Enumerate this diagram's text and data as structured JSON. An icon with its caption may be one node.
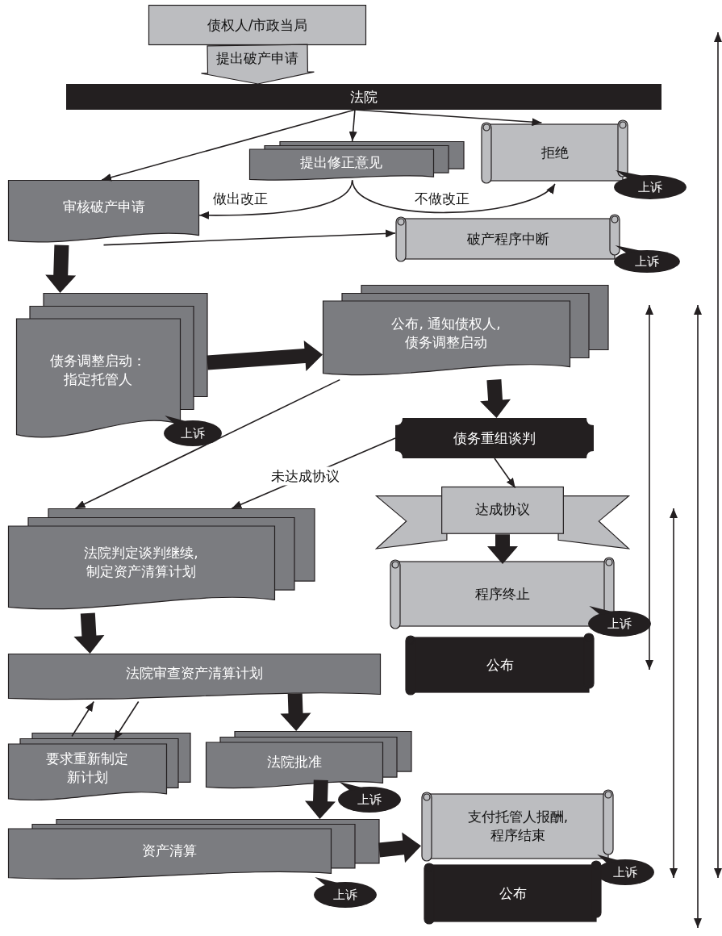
{
  "diagram": {
    "nodes": [
      {
        "text": [
          "债权人/市政当局"
        ]
      },
      {
        "text": [
          "法院"
        ]
      },
      {
        "text": [
          "提出修正意见"
        ]
      },
      {
        "text": [
          "拒绝"
        ]
      },
      {
        "text": [
          "上诉"
        ]
      },
      {
        "text": [
          "审核破产申请"
        ]
      },
      {
        "text": [
          "破产程序中断"
        ]
      },
      {
        "text": [
          "上诉"
        ]
      },
      {
        "text": [
          "债务调整启动：指定托管人"
        ]
      },
      {
        "text": [
          "上诉"
        ]
      },
      {
        "text": [
          "公布, 通知债权人,债务调整启动"
        ]
      },
      {
        "text": [
          "债务重组谈判"
        ]
      },
      {
        "text": [
          "达成协议"
        ]
      },
      {
        "text": [
          "程序终止"
        ]
      },
      {
        "text": [
          "上诉"
        ]
      },
      {
        "text": [
          "公布"
        ]
      },
      {
        "text": [
          "法院判定谈判继续,制定资产清算计划"
        ]
      },
      {
        "text": [
          "法院审查资产清算计划"
        ]
      },
      {
        "text": [
          "要求重新制定新计划"
        ]
      },
      {
        "text": [
          "法院批准"
        ]
      },
      {
        "text": [
          "上诉"
        ]
      },
      {
        "text": [
          "资产清算"
        ]
      },
      {
        "text": [
          "上诉"
        ]
      },
      {
        "text": [
          "支付托管人报酬,程序结束"
        ]
      },
      {
        "text": [
          "上诉"
        ]
      },
      {
        "text": [
          "公布"
        ]
      }
    ],
    "edges": [
      {
        "from": 0,
        "to": 1,
        "arrow": "to",
        "style": "thick",
        "color": "#bcbdc0",
        "label": "提出破产申请"
      },
      {
        "from": 1,
        "to": 5,
        "arrow": "to"
      },
      {
        "from": 1,
        "to": 2,
        "arrow": "to"
      },
      {
        "from": 1,
        "to": 3,
        "arrow": "to"
      },
      {
        "from": 2,
        "to": 5,
        "arrow": "to",
        "label": "做出改正"
      },
      {
        "from": 2,
        "to": 3,
        "arrow": "to",
        "label": "不做改正"
      },
      {
        "from": 5,
        "to": 6,
        "arrow": "to"
      },
      {
        "from": 5,
        "to": 8,
        "arrow": "to",
        "style": "thick"
      },
      {
        "from": 8,
        "to": 10,
        "arrow": "to",
        "style": "thick"
      },
      {
        "from": 10,
        "to": 11,
        "arrow": "to",
        "style": "thick"
      },
      {
        "from": 10,
        "to": 16,
        "arrow": "to"
      },
      {
        "from": 11,
        "to": 16,
        "arrow": "to",
        "label": "未达成协议"
      },
      {
        "from": 11,
        "to": 12,
        "arrow": "to"
      },
      {
        "from": 12,
        "to": 13,
        "arrow": "to",
        "style": "thick"
      },
      {
        "from": 16,
        "to": 17,
        "arrow": "to",
        "style": "thick"
      },
      {
        "from": 18,
        "to": 17,
        "arrow": "to"
      },
      {
        "from": 17,
        "to": 18,
        "arrow": "to"
      },
      {
        "from": 17,
        "to": 19,
        "arrow": "to",
        "style": "thick"
      },
      {
        "from": 19,
        "to": 21,
        "arrow": "to",
        "style": "thick"
      },
      {
        "from": 21,
        "to": 23,
        "arrow": "to",
        "style": "thick"
      }
    ]
  }
}
